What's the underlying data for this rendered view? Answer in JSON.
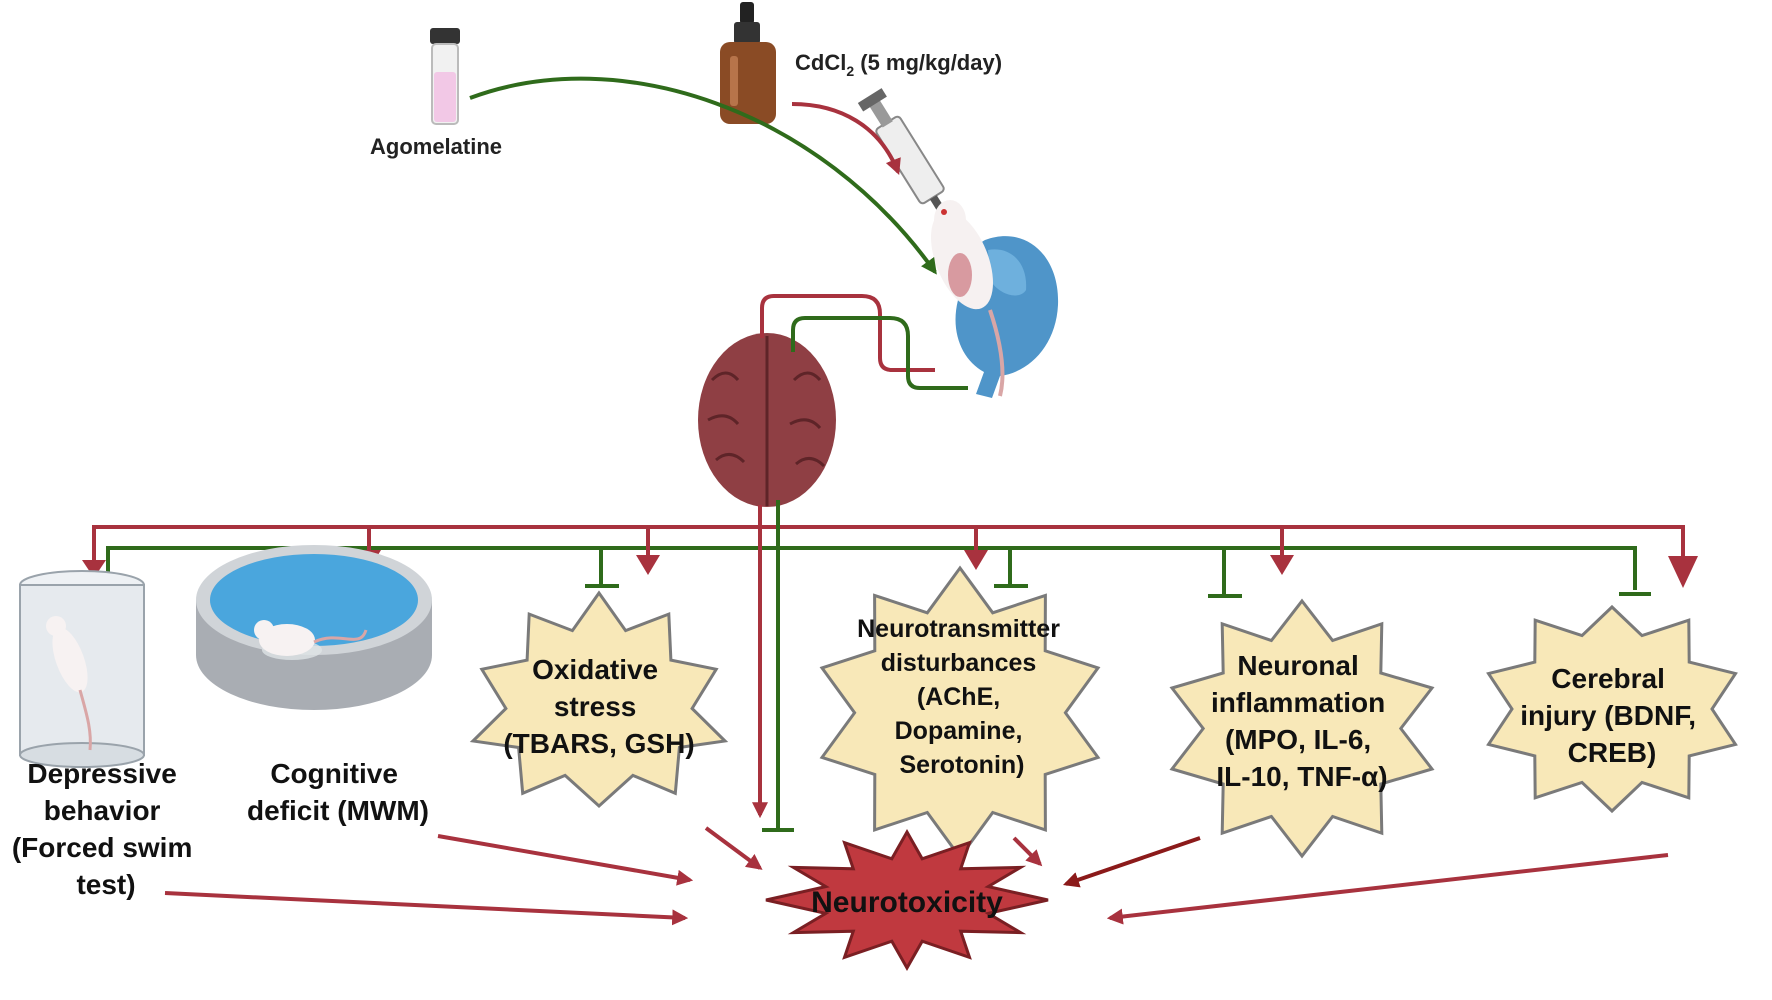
{
  "colors": {
    "red_path": "#a8323e",
    "green_path": "#2f6b1b",
    "star_fill": "#f8e8b8",
    "star_stroke": "#7a7a7a",
    "neuro_fill": "#c0393f",
    "brain": "#8f3f44",
    "water": "#4aa6dd"
  },
  "inputs": {
    "drug_name": "Agomelatine",
    "toxin_label": "CdCl",
    "toxin_subscript": "2",
    "toxin_dose": " (5 mg/kg/day)"
  },
  "icons": [
    "vial-icon",
    "dropper-bottle-icon",
    "syringe-icon",
    "rat-in-hand-icon",
    "brain-icon",
    "beaker-rat-icon",
    "water-maze-icon"
  ],
  "outcomes": {
    "depressive": [
      "Depressive",
      "behavior",
      "(Forced swim",
      "test)"
    ],
    "cognitive": [
      "Cognitive",
      "deficit (MWM)"
    ],
    "oxidative": [
      "Oxidative",
      "stress",
      "(TBARS, GSH)"
    ],
    "neurotransmitter": [
      "Neurotransmitter",
      "disturbances",
      "(AChE,",
      "Dopamine,",
      "Serotonin)"
    ],
    "inflammation": [
      "Neuronal",
      "inflammation",
      "(MPO, IL-6,",
      "IL-10, TNF-α)"
    ],
    "cerebral": [
      "Cerebral",
      "injury (BDNF,",
      "CREB)"
    ]
  },
  "result": {
    "label": "Neurotoxicity"
  }
}
